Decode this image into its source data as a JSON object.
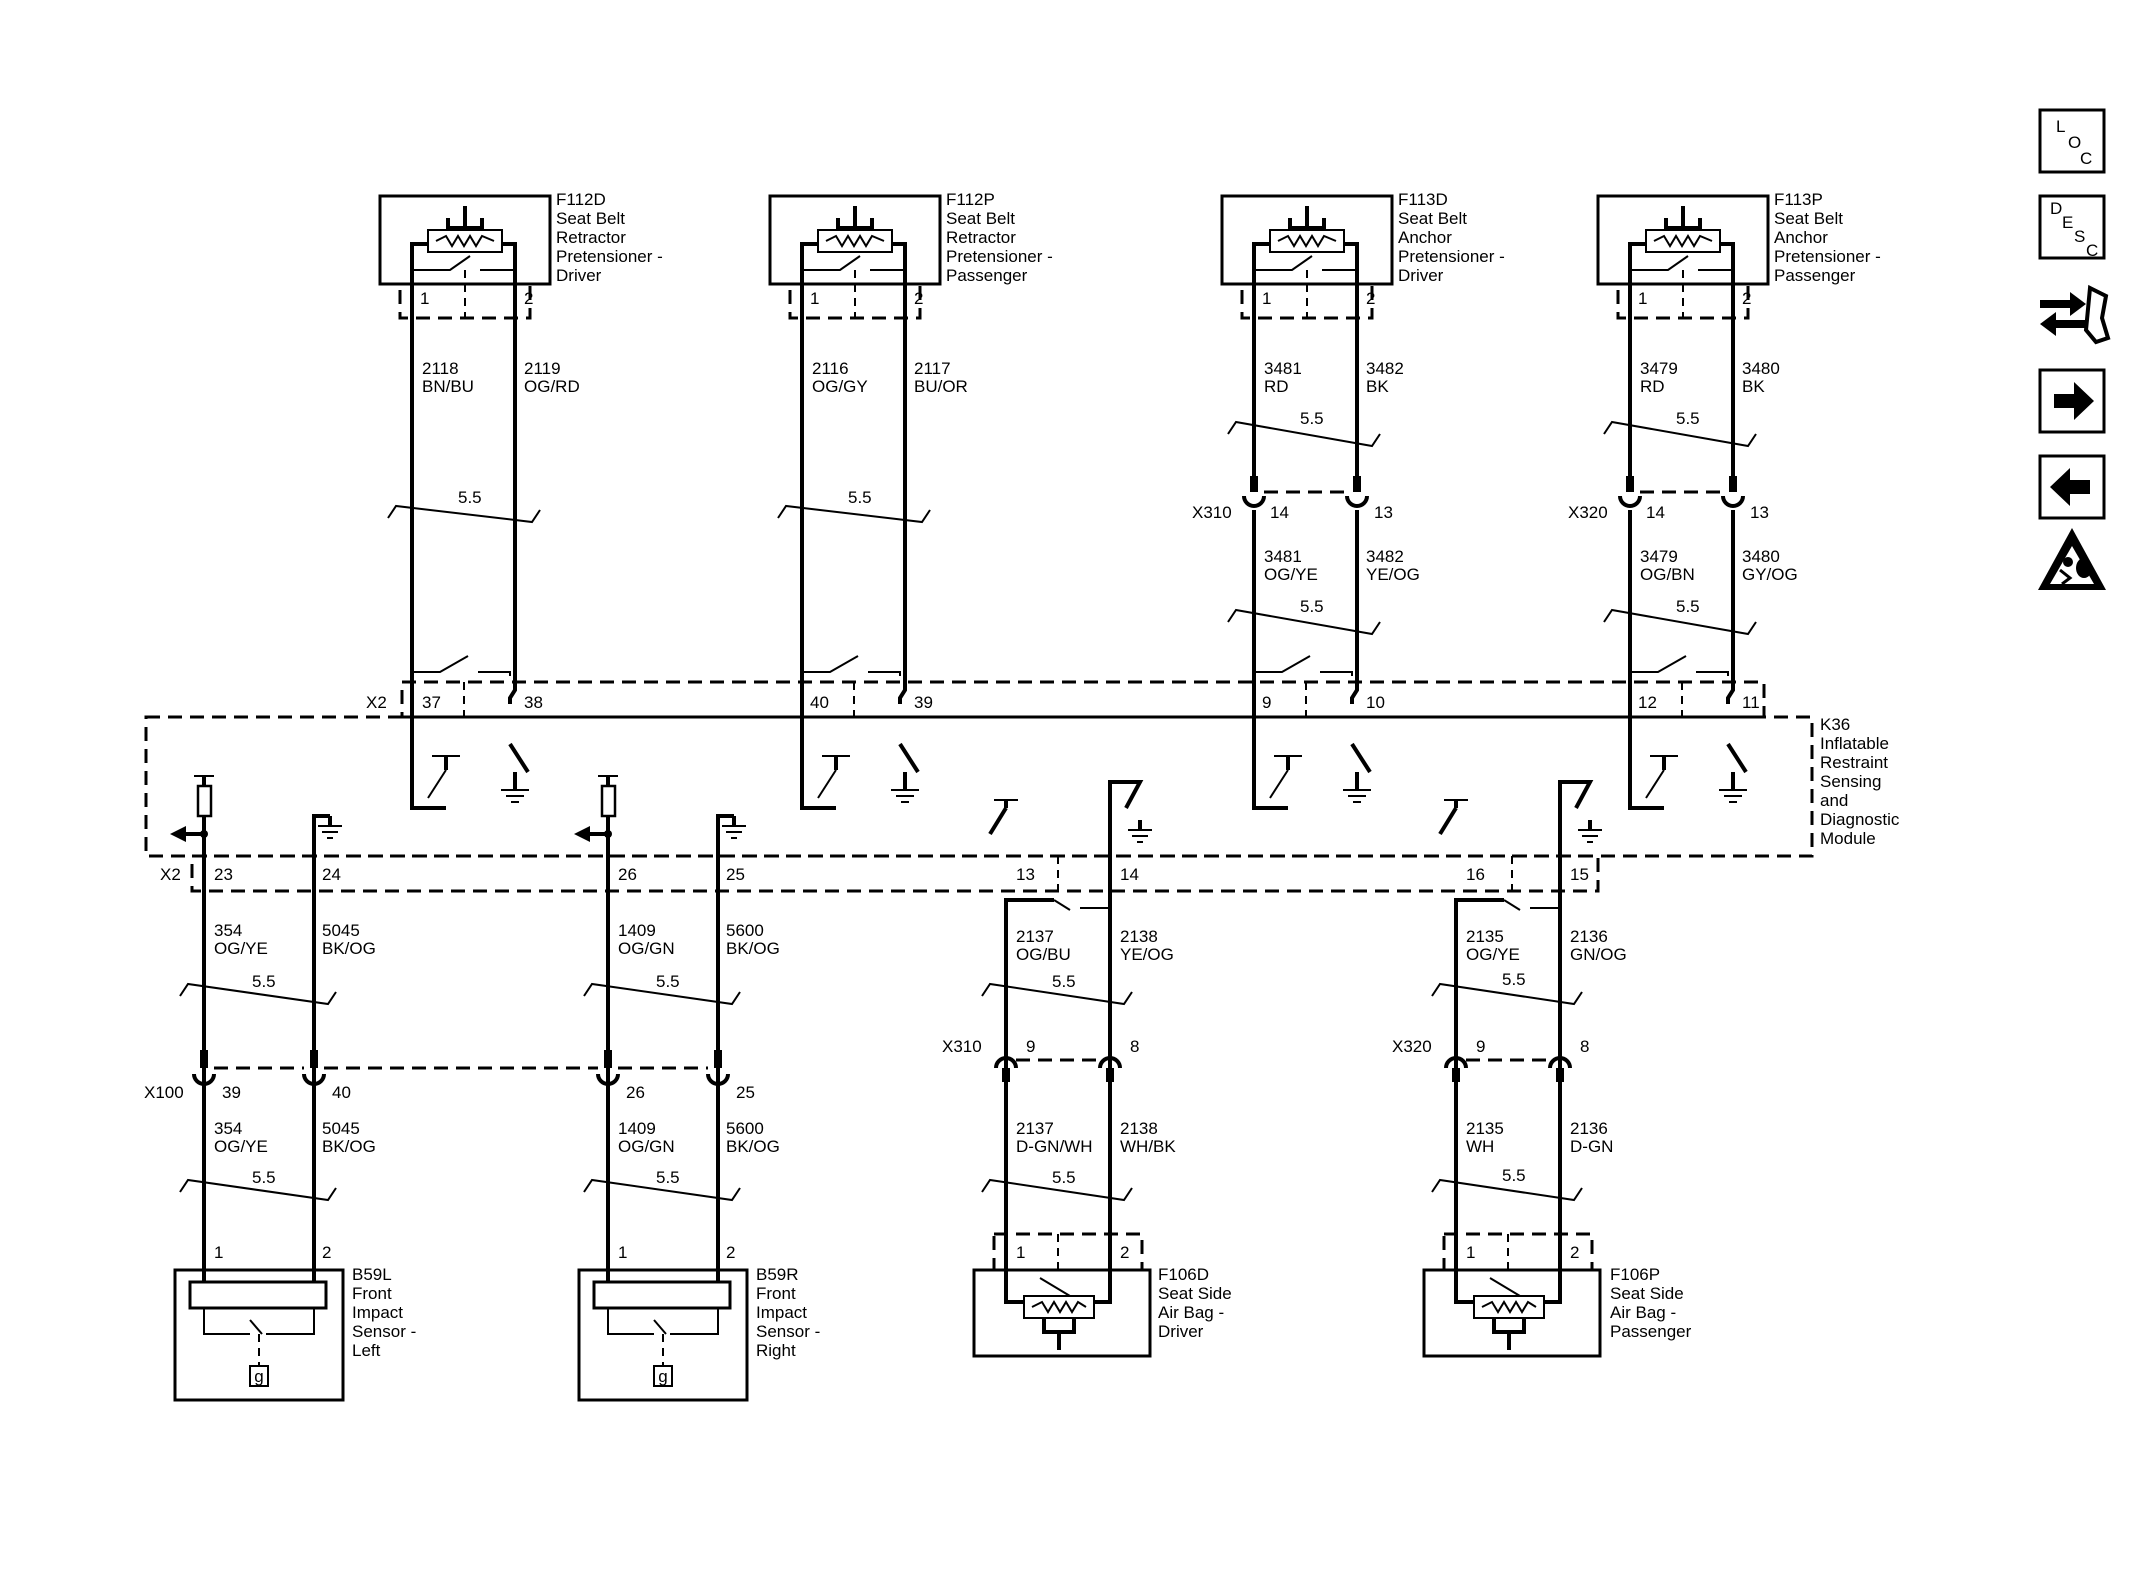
{
  "sidebar": {
    "loc_letters": [
      "L",
      "O",
      "C"
    ],
    "desc_letters": [
      "D",
      "E",
      "S",
      "C"
    ]
  },
  "components": {
    "f112d": [
      "F112D",
      "Seat Belt",
      "Retractor",
      "Pretensioner -",
      "Driver"
    ],
    "f112p": [
      "F112P",
      "Seat Belt",
      "Retractor",
      "Pretensioner -",
      "Passenger"
    ],
    "f113d": [
      "F113D",
      "Seat Belt",
      "Anchor",
      "Pretensioner -",
      "Driver"
    ],
    "f113p": [
      "F113P",
      "Seat Belt",
      "Anchor",
      "Pretensioner -",
      "Passenger"
    ],
    "k36": [
      "K36",
      "Inflatable",
      "Restraint",
      "Sensing",
      "and",
      "Diagnostic",
      "Module"
    ],
    "b59l": [
      "B59L",
      "Front",
      "Impact",
      "Sensor -",
      "Left"
    ],
    "b59r": [
      "B59R",
      "Front",
      "Impact",
      "Sensor -",
      "Right"
    ],
    "f106d": [
      "F106D",
      "Seat Side",
      "Air Bag -",
      "Driver"
    ],
    "f106p": [
      "F106P",
      "Seat Side",
      "Air Bag -",
      "Passenger"
    ]
  },
  "connectors": {
    "x2": "X2",
    "x310": "X310",
    "x320": "X320",
    "x100": "X100"
  },
  "twist": "5.5",
  "sensor_ground": "g",
  "pins": {
    "f112d_1": "1",
    "f112d_2": "2",
    "f112p_1": "1",
    "f112p_2": "2",
    "f113d_1": "1",
    "f113d_2": "2",
    "f113p_1": "1",
    "f113p_2": "2",
    "x310a_14": "14",
    "x310a_13": "13",
    "x320a_14": "14",
    "x320a_13": "13",
    "x2_37": "37",
    "x2_38": "38",
    "x2_40": "40",
    "x2_39": "39",
    "x2_9": "9",
    "x2_10": "10",
    "x2_12": "12",
    "x2_11": "11",
    "x2_23": "23",
    "x2_24": "24",
    "x2_26": "26",
    "x2_25": "25",
    "x2_13": "13",
    "x2_14": "14",
    "x2_16": "16",
    "x2_15": "15",
    "x100_39": "39",
    "x100_40": "40",
    "x100_26": "26",
    "x100_25": "25",
    "x310b_9": "9",
    "x310b_8": "8",
    "x320b_9": "9",
    "x320b_8": "8",
    "b59l_1": "1",
    "b59l_2": "2",
    "b59r_1": "1",
    "b59r_2": "2",
    "f106d_1": "1",
    "f106d_2": "2",
    "f106p_1": "1",
    "f106p_2": "2"
  },
  "wires": {
    "w2118": [
      "2118",
      "BN/BU"
    ],
    "w2119": [
      "2119",
      "OG/RD"
    ],
    "w2116": [
      "2116",
      "OG/GY"
    ],
    "w2117": [
      "2117",
      "BU/OR"
    ],
    "w3481a": [
      "3481",
      "RD"
    ],
    "w3482a": [
      "3482",
      "BK"
    ],
    "w3479a": [
      "3479",
      "RD"
    ],
    "w3480a": [
      "3480",
      "BK"
    ],
    "w3481b": [
      "3481",
      "OG/YE"
    ],
    "w3482b": [
      "3482",
      "YE/OG"
    ],
    "w3479b": [
      "3479",
      "OG/BN"
    ],
    "w3480b": [
      "3480",
      "GY/OG"
    ],
    "w354a": [
      "354",
      "OG/YE"
    ],
    "w5045a": [
      "5045",
      "BK/OG"
    ],
    "w1409a": [
      "1409",
      "OG/GN"
    ],
    "w5600a": [
      "5600",
      "BK/OG"
    ],
    "w2137a": [
      "2137",
      "OG/BU"
    ],
    "w2138a": [
      "2138",
      "YE/OG"
    ],
    "w2135a": [
      "2135",
      "OG/YE"
    ],
    "w2136a": [
      "2136",
      "GN/OG"
    ],
    "w354b": [
      "354",
      "OG/YE"
    ],
    "w5045b": [
      "5045",
      "BK/OG"
    ],
    "w1409b": [
      "1409",
      "OG/GN"
    ],
    "w5600b": [
      "5600",
      "BK/OG"
    ],
    "w2137b": [
      "2137",
      "D-GN/WH"
    ],
    "w2138b": [
      "2138",
      "WH/BK"
    ],
    "w2135b": [
      "2135",
      "WH"
    ],
    "w2136b": [
      "2136",
      "D-GN"
    ]
  }
}
